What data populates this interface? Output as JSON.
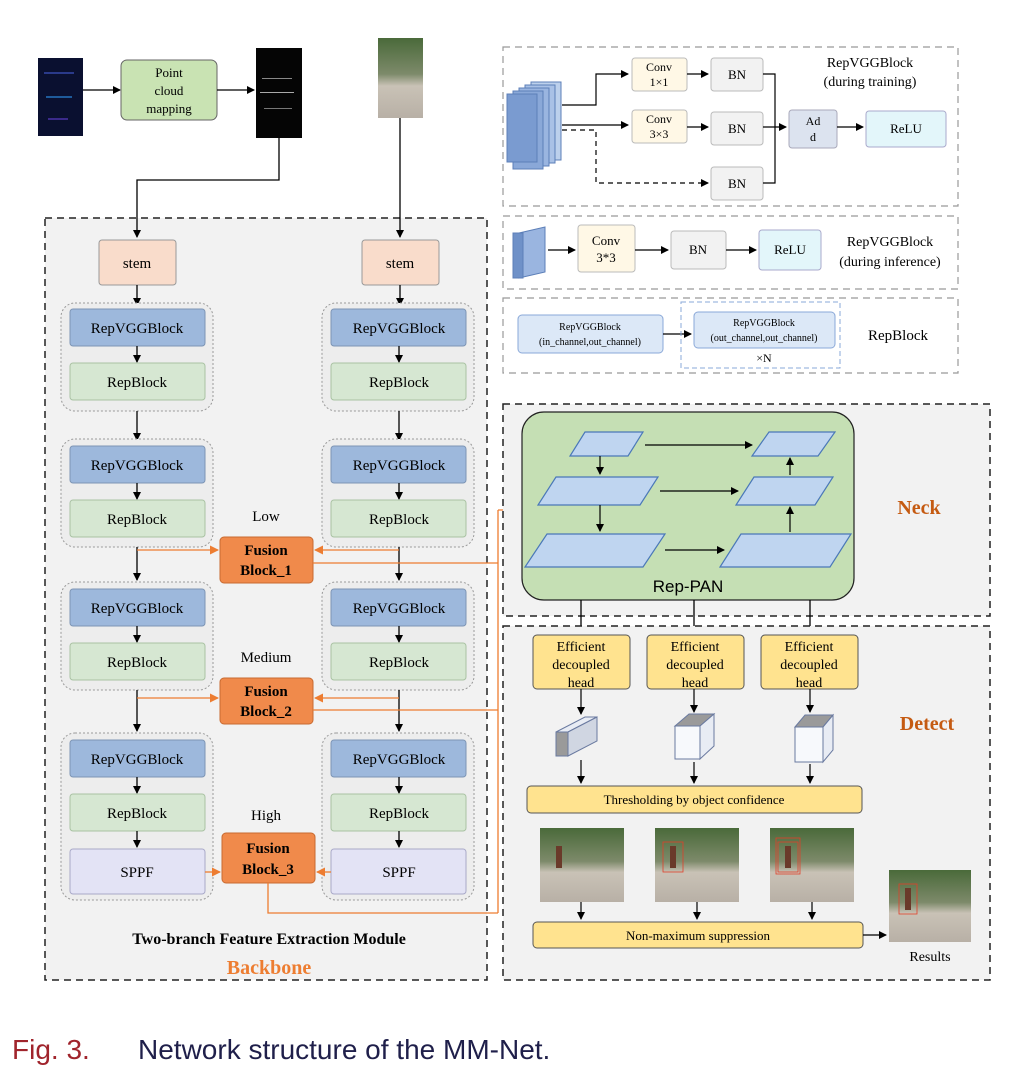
{
  "backbone": {
    "title": "Backbone",
    "module_title": "Two-branch Feature Extraction Module",
    "point_cloud_label": [
      "Point",
      "cloud",
      "mapping"
    ],
    "stem": "stem",
    "repvgg": "RepVGGBlock",
    "repblock": "RepBlock",
    "sppf": "SPPF",
    "levels": [
      "Low",
      "Medium",
      "High"
    ],
    "fusion": [
      {
        "line1": "Fusion",
        "line2": "Block_1"
      },
      {
        "line1": "Fusion",
        "line2": "Block_2"
      },
      {
        "line1": "Fusion",
        "line2": "Block_3"
      }
    ]
  },
  "legend": {
    "training": {
      "conv1": [
        "Conv",
        "1×1"
      ],
      "conv3": [
        "Conv",
        "3×3"
      ],
      "bn": "BN",
      "add": [
        "Ad",
        "d"
      ],
      "relu": "ReLU",
      "title": [
        "RepVGGBlock",
        "(during training)"
      ]
    },
    "inference": {
      "conv": [
        "Conv",
        "3*3"
      ],
      "bn": "BN",
      "relu": "ReLU",
      "title": [
        "RepVGGBlock",
        "(during inference)"
      ]
    },
    "repblock": {
      "left": [
        "RepVGGBlock",
        "(in_channel,out_channel)"
      ],
      "right": [
        "RepVGGBlock",
        "(out_channel,out_channel)"
      ],
      "times": "×N",
      "title": "RepBlock"
    }
  },
  "neck": {
    "title": "Neck",
    "rep_pan": "Rep-PAN"
  },
  "detect": {
    "title": "Detect",
    "head": [
      "Efficient",
      "decoupled",
      "head"
    ],
    "threshold": "Thresholding by object confidence",
    "nms": "Non-maximum suppression",
    "results": "Results"
  },
  "caption": {
    "fig": "Fig. 3.",
    "text": "Network structure of the MM-Net."
  },
  "colors": {
    "orange_accent": "#ED7D31",
    "fusion_fill": "#F08A4B",
    "repvgg_fill": "#9DB8DC",
    "repblock_fill": "#D6E7D2",
    "stem_fill": "#F9DCCB",
    "sppf_fill": "#E3E3F5",
    "neck_fill": "#C5DFB4",
    "head_fill": "#FFE38F",
    "caption_fig": "#A0242C",
    "caption_text": "#1F1F4A"
  }
}
